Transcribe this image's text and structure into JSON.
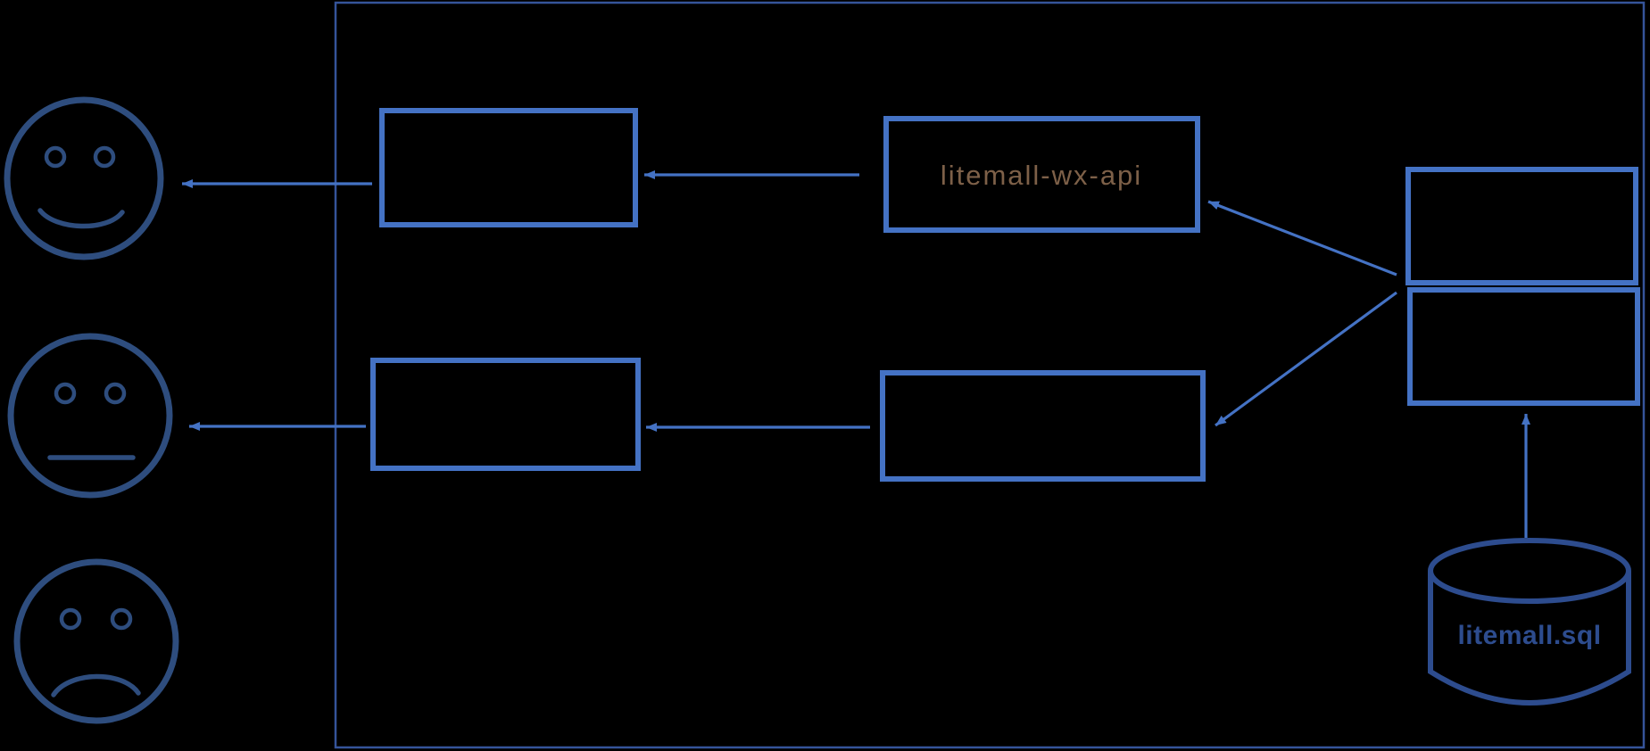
{
  "diagram": {
    "background": "#000000",
    "colors": {
      "box_stroke": "#4472c4",
      "arrow": "#4472c4",
      "outer_border": "#35549a",
      "face_stroke": "#2e4d7e",
      "database_stroke": "#2d4c8e",
      "api_label_color": "#7d6048",
      "database_label_color": "#2d4c8e"
    },
    "labels": {
      "wx_api_box": "litemall-wx-api",
      "database": "litemall.sql"
    },
    "faces": [
      {
        "mood": "happy"
      },
      {
        "mood": "neutral"
      },
      {
        "mood": "sad"
      }
    ]
  }
}
